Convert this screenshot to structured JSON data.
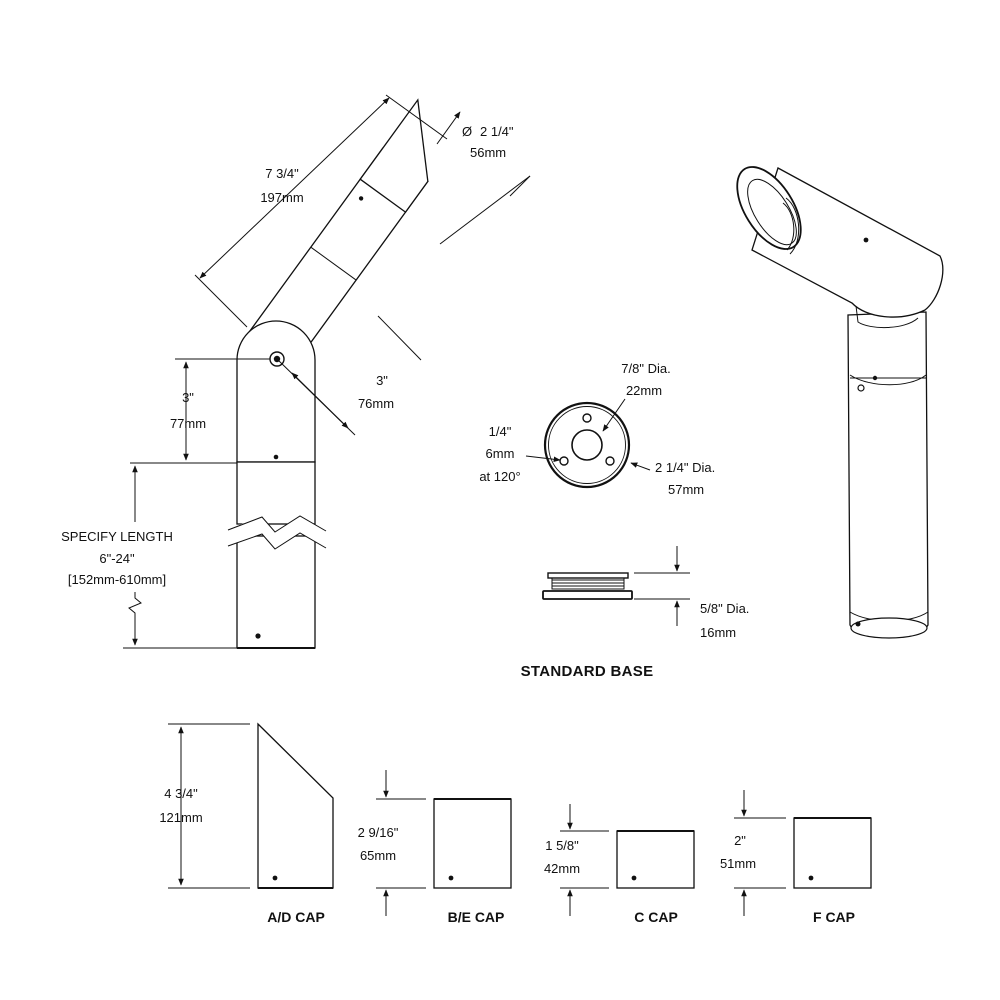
{
  "labels": {
    "head_length_in": "7 3/4\"",
    "head_length_mm": "197mm",
    "head_dia_sym": "Ø",
    "head_dia_in": "2 1/4\"",
    "head_dia_mm": "56mm",
    "knuckle_in": "3\"",
    "knuckle_mm": "76mm",
    "upper_in": "3\"",
    "upper_mm": "77mm",
    "specify_1": "SPECIFY LENGTH",
    "specify_2": "6\"-24\"",
    "specify_3": "[152mm-610mm]",
    "hole_in": "7/8\" Dia.",
    "hole_mm": "22mm",
    "screw_in": "1/4\"",
    "screw_mm": "6mm",
    "screw_angle": "at 120°",
    "base_dia_in": "2 1/4\" Dia.",
    "base_dia_mm": "57mm",
    "base_h_in": "5/8\" Dia.",
    "base_h_mm": "16mm",
    "standard_base": "STANDARD BASE"
  },
  "caps": [
    {
      "name": "A/D CAP",
      "dim_in": "4 3/4\"",
      "dim_mm": "121mm"
    },
    {
      "name": "B/E CAP",
      "dim_in": "2 9/16\"",
      "dim_mm": "65mm"
    },
    {
      "name": "C CAP",
      "dim_in": "1 5/8\"",
      "dim_mm": "42mm"
    },
    {
      "name": "F CAP",
      "dim_in": "2\"",
      "dim_mm": "51mm"
    }
  ]
}
